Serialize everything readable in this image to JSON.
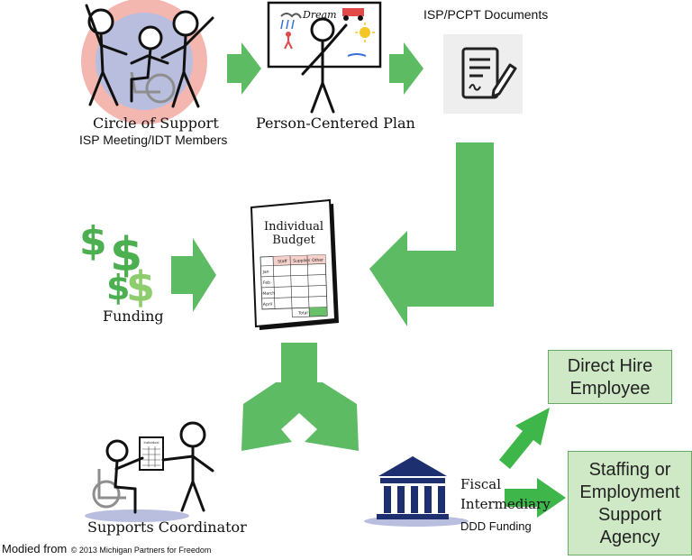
{
  "nodes": {
    "circle": {
      "title": "Circle of Support",
      "subtitle": "ISP Meeting/IDT Members"
    },
    "plan": {
      "title": "Person-Centered Plan",
      "board_word": "Dream"
    },
    "documents": {
      "title": "ISP/PCPT Documents"
    },
    "budget": {
      "title_line1": "Individual",
      "title_line2": "Budget",
      "columns": [
        "Staff",
        "Supplies",
        "Other"
      ],
      "rows": [
        "Jan",
        "Feb",
        "March",
        "April"
      ],
      "total": "Total"
    },
    "funding": {
      "title": "Funding"
    },
    "coordinator": {
      "title": "Supports Coordinator"
    },
    "fiscal": {
      "title_line1": "Fiscal",
      "title_line2": "Intermediary",
      "subtitle": "DDD Funding"
    },
    "direct_hire": {
      "line1": "Direct Hire",
      "line2": "Employee"
    },
    "agency": {
      "line1": "Staffing or",
      "line2": "Employment",
      "line3": "Support",
      "line4": "Agency"
    }
  },
  "credit": {
    "prefix": "Modied from",
    "source": "© 2013 Michigan Partners for Freedom"
  },
  "colors": {
    "arrow": "#5dbb63",
    "box_fill": "#cfe9c6",
    "box_border": "#6aa865",
    "money": "#4caf50",
    "circle_ring": "#f4b7b0",
    "circle_fill": "#b9bede"
  }
}
